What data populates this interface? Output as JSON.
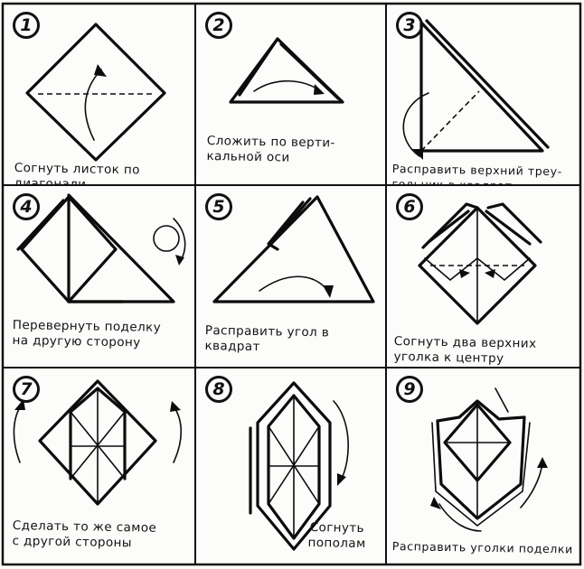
{
  "steps": [
    {
      "number": "1",
      "caption": "Согнуть  листок  по\nдиагонали"
    },
    {
      "number": "2",
      "caption": "Сложить  по  верти-\nкальной  оси"
    },
    {
      "number": "3",
      "caption": "Расправить  верхний  треу-\nгольник  в  квадрат"
    },
    {
      "number": "4",
      "caption": "Перевернуть  поделку\nна  другую  сторону"
    },
    {
      "number": "5",
      "caption": "Расправить  угол  в\nквадрат"
    },
    {
      "number": "6",
      "caption": "Согнуть  два  верхних\nуголка  к  центру"
    },
    {
      "number": "7",
      "caption": "Сделать  то  же  самое\nс  другой  стороны"
    },
    {
      "number": "8",
      "caption": "Согнуть\nпополам"
    },
    {
      "number": "9",
      "caption": "Расправить  уголки  поделки"
    }
  ]
}
